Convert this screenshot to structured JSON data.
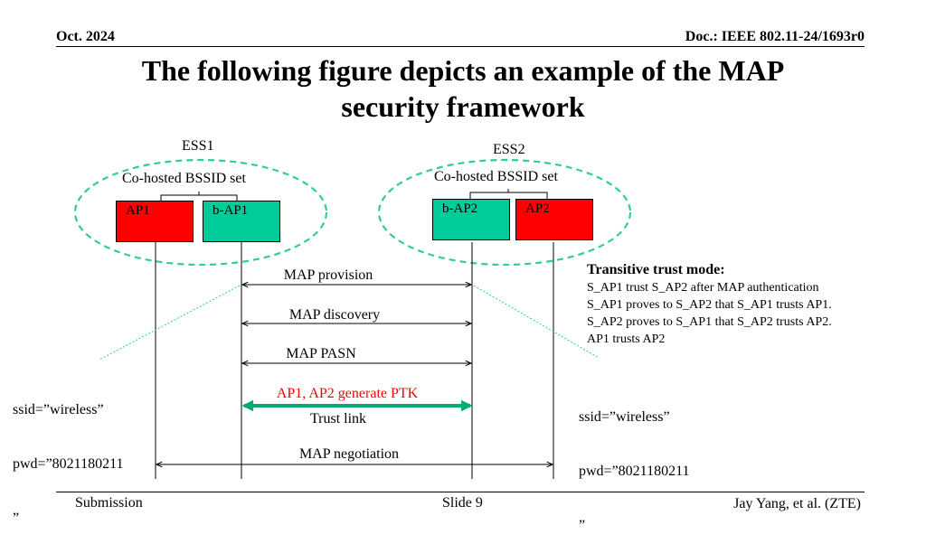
{
  "header": {
    "date": "Oct. 2024",
    "doc": "Doc.: IEEE 802.11-24/1693r0"
  },
  "title": {
    "line1": "The following figure depicts an example of the MAP",
    "line2": "security framework"
  },
  "ess1": {
    "label": "ESS1",
    "bssid_set": "Co-hosted BSSID set",
    "ap": "AP1",
    "backhaul_ap": "b-AP1"
  },
  "ess2": {
    "label": "ESS2",
    "bssid_set": "Co-hosted BSSID set",
    "ap": "AP2",
    "backhaul_ap": "b-AP2"
  },
  "messages": {
    "provision": "MAP provision",
    "discovery": "MAP discovery",
    "pasn": "MAP PASN",
    "ptk": "AP1, AP2 generate PTK",
    "trust_link": "Trust link",
    "negotiation": "MAP negotiation"
  },
  "transitive": {
    "title": "Transitive trust mode:",
    "lines": [
      "S_AP1 trust S_AP2 after MAP authentication",
      "S_AP1 proves to S_AP2 that S_AP1 trusts AP1.",
      "S_AP2 proves to S_AP1 that S_AP2 trusts AP2.",
      "AP1 trusts AP2"
    ]
  },
  "cred_left": {
    "ssid": "ssid=”wireless”",
    "pwd": "pwd=”8021180211",
    "close": "”"
  },
  "cred_right": {
    "ssid": "ssid=”wireless”",
    "pwd": "pwd=”8021180211",
    "close": "”"
  },
  "footer": {
    "left": "Submission",
    "center": "Slide 9",
    "right": "Jay Yang, et al. (ZTE)"
  },
  "colors": {
    "ap_red": "#ff0000",
    "ap_green": "#00cc99",
    "ellipse": "#33cc99",
    "ptk_text": "#ff0000",
    "trust_arrow": "#00aa77"
  }
}
